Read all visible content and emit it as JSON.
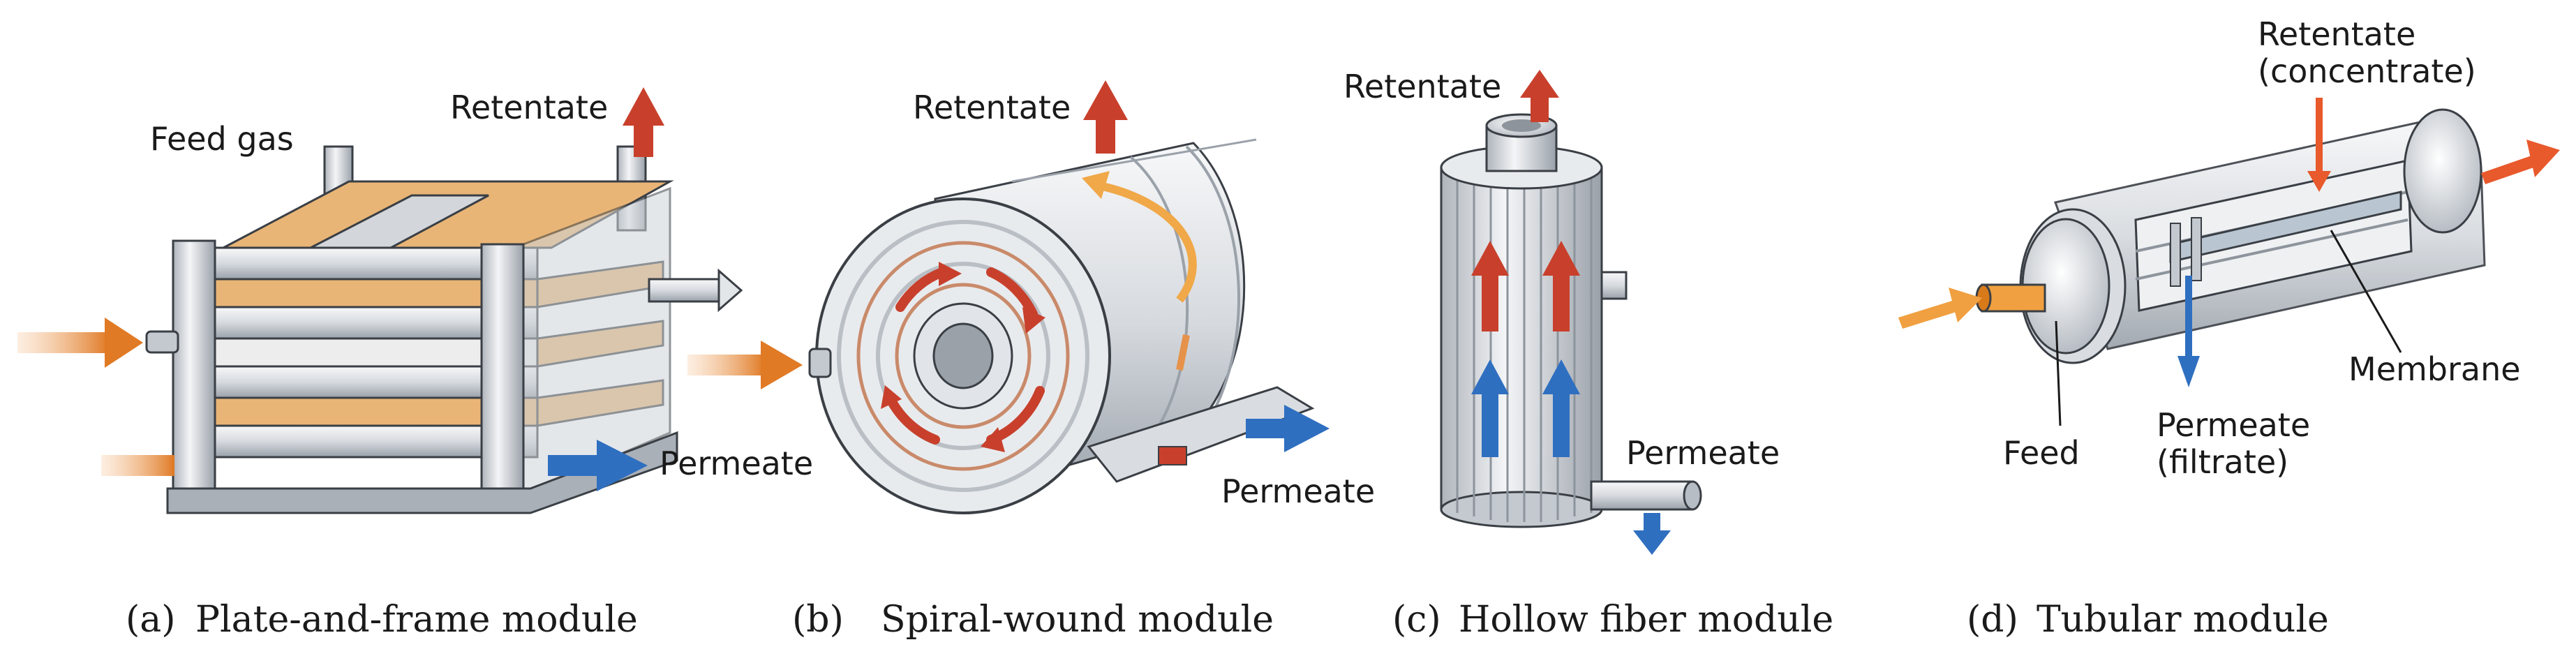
{
  "colors": {
    "feed_arrow": "#e8822e",
    "retentate_arrow": "#c8402c",
    "permeate_arrow": "#2f6fc0",
    "membrane_sheet": "#e9b576",
    "metal_light": "#eef0f2",
    "metal_mid": "#c9ced4",
    "metal_dark": "#8d949c",
    "outline": "#3a3f45"
  },
  "modules": {
    "a": {
      "caption_letter": "(a)",
      "caption_name": "Plate-and-frame module",
      "labels": {
        "feed": "Feed gas",
        "retentate": "Retentate",
        "permeate": "Permeate"
      }
    },
    "b": {
      "caption_letter": "(b)",
      "caption_name": "Spiral-wound module",
      "labels": {
        "retentate": "Retentate",
        "permeate": "Permeate"
      }
    },
    "c": {
      "caption_letter": "(c)",
      "caption_name": "Hollow fiber module",
      "labels": {
        "retentate": "Retentate",
        "permeate": "Permeate"
      }
    },
    "d": {
      "caption_letter": "(d)",
      "caption_name": "Tubular module",
      "labels": {
        "retentate_line1": "Retentate",
        "retentate_line2": "(concentrate)",
        "membrane": "Membrane",
        "feed": "Feed",
        "permeate_line1": "Permeate",
        "permeate_line2": "(filtrate)"
      }
    }
  }
}
